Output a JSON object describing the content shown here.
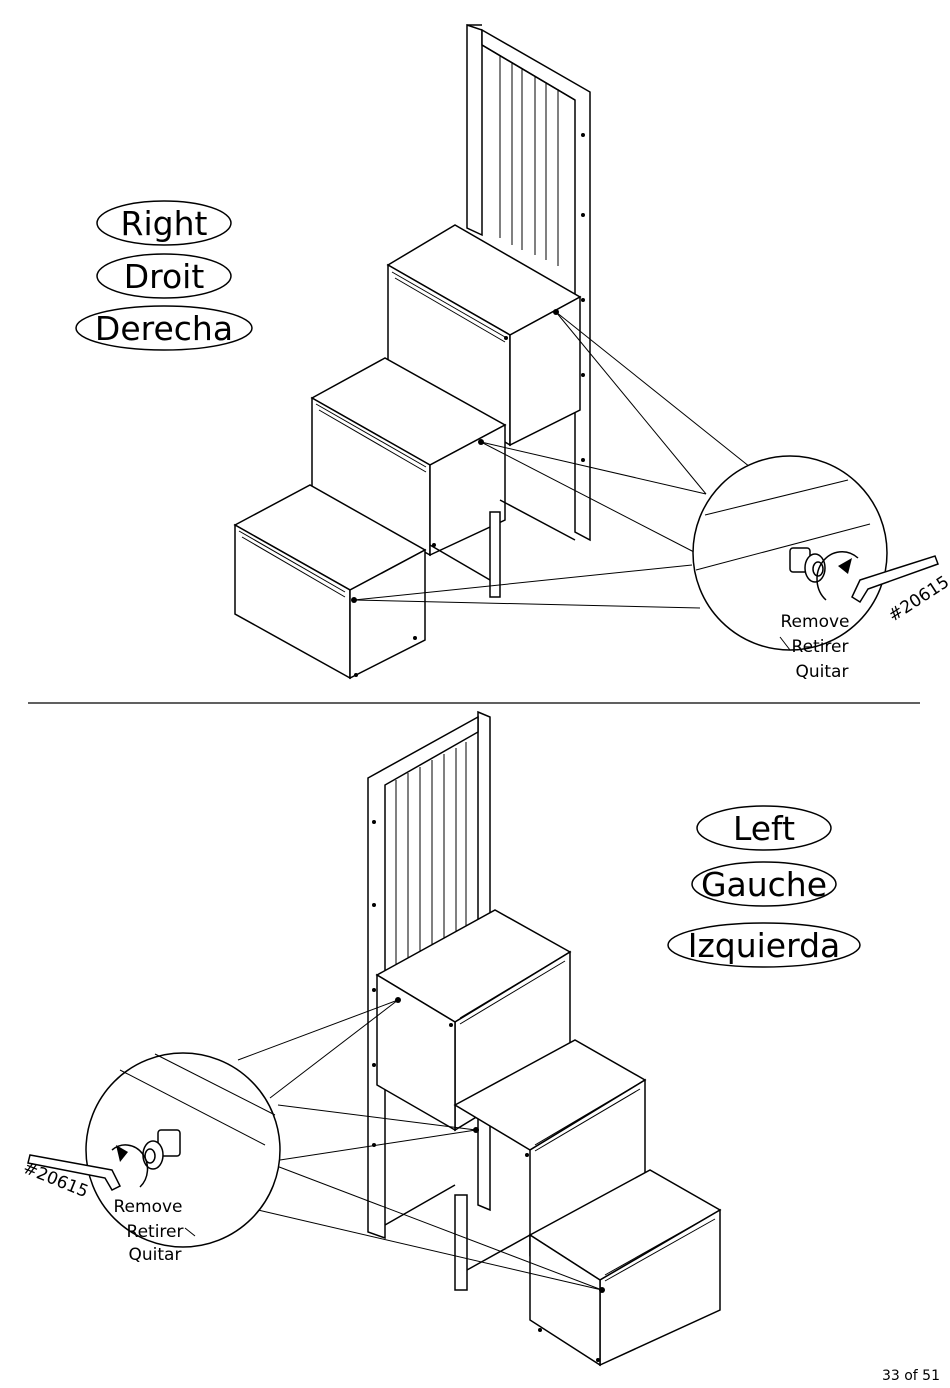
{
  "top_panel": {
    "labels": [
      "Right",
      "Droit",
      "Derecha"
    ],
    "callout": {
      "actions": [
        "Remove",
        "Retirer",
        "Quitar"
      ],
      "tool_part_number": "#20615"
    }
  },
  "bottom_panel": {
    "labels": [
      "Left",
      "Gauche",
      "Izquierda"
    ],
    "callout": {
      "actions": [
        "Remove",
        "Retirer",
        "Quitar"
      ],
      "tool_part_number": "#20615"
    }
  },
  "footer": {
    "page_number": "33 of 51"
  }
}
